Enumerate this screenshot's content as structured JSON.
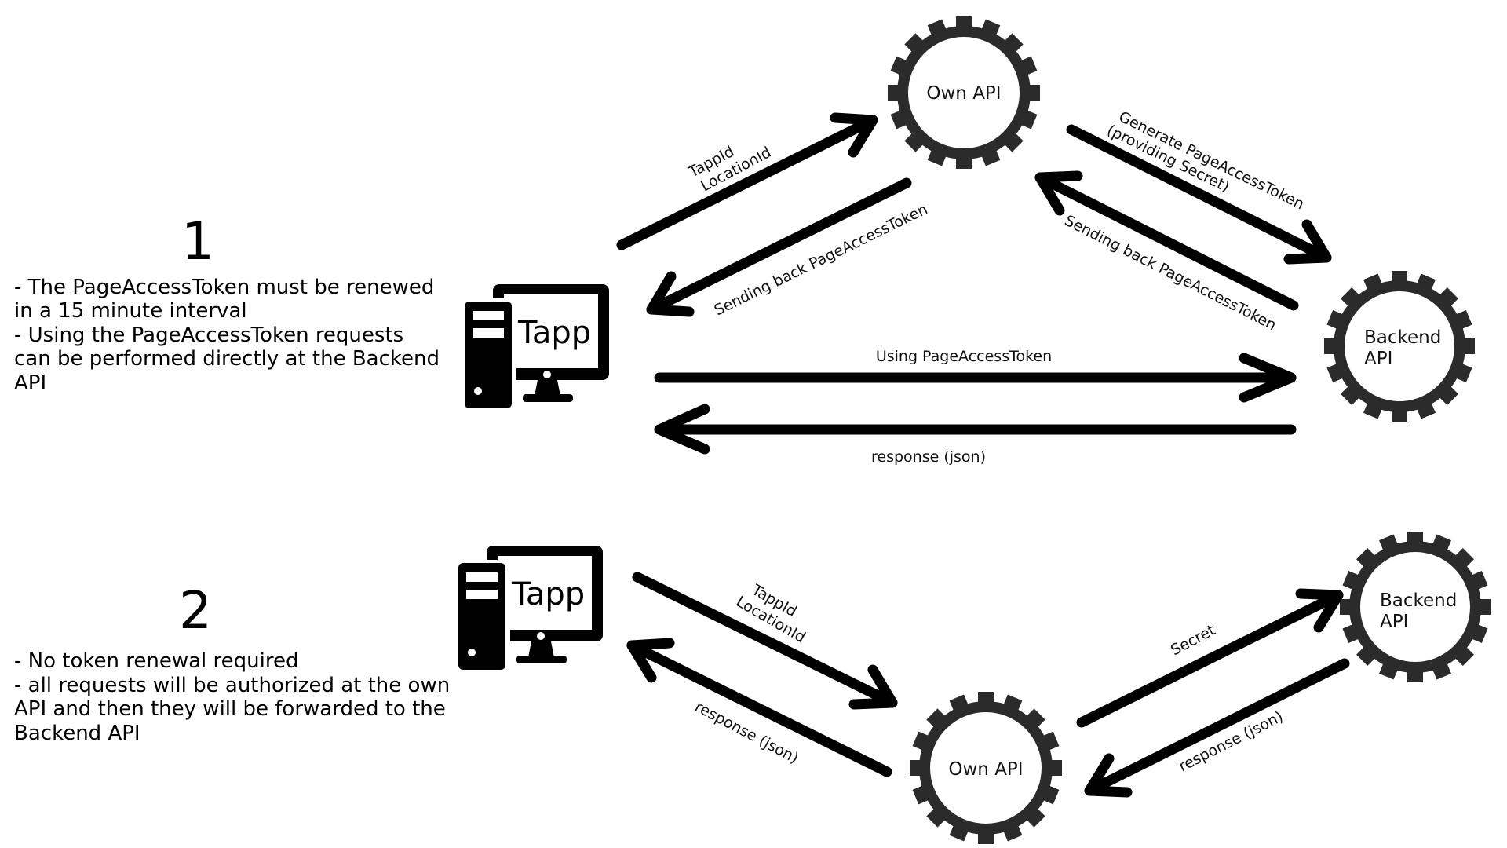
{
  "section1": {
    "number": "1",
    "description": [
      "- The PageAccessToken must be renewed",
      "in a 15 minute interval",
      "- Using the PageAccessToken requests",
      "can be performed directly at the Backend",
      "API"
    ],
    "tapp": {
      "label": "Tapp"
    },
    "own_api": {
      "label": "Own API"
    },
    "backend_api": {
      "label_lines": [
        "Backend",
        "API"
      ]
    },
    "edges": {
      "tapp_to_own": [
        "TappId",
        "LocationId"
      ],
      "own_to_tapp": "Sending back PageAccessToken",
      "own_to_backend": [
        "Generate PageAccessToken",
        "(providing Secret)"
      ],
      "backend_to_own": "Sending back PageAccessToken",
      "tapp_to_backend": "Using PageAccessToken",
      "backend_to_tapp": "response (json)"
    }
  },
  "section2": {
    "number": "2",
    "description": [
      "- No token renewal required",
      "- all requests will be authorized at the own",
      "API and then they will be forwarded to the",
      "Backend API"
    ],
    "tapp": {
      "label": "Tapp"
    },
    "own_api": {
      "label": "Own API"
    },
    "backend_api": {
      "label_lines": [
        "Backend",
        "API"
      ]
    },
    "edges": {
      "tapp_to_own": [
        "TappId",
        "LocationId"
      ],
      "own_to_tapp": "response (json)",
      "own_to_backend": "Secret",
      "backend_to_own": "response (json)"
    }
  },
  "colors": {
    "stroke": "#000000",
    "gear": "#2b2b2b",
    "background": "#ffffff"
  },
  "icons": {
    "computer": "desktop-computer-icon",
    "gear": "gear-icon"
  }
}
